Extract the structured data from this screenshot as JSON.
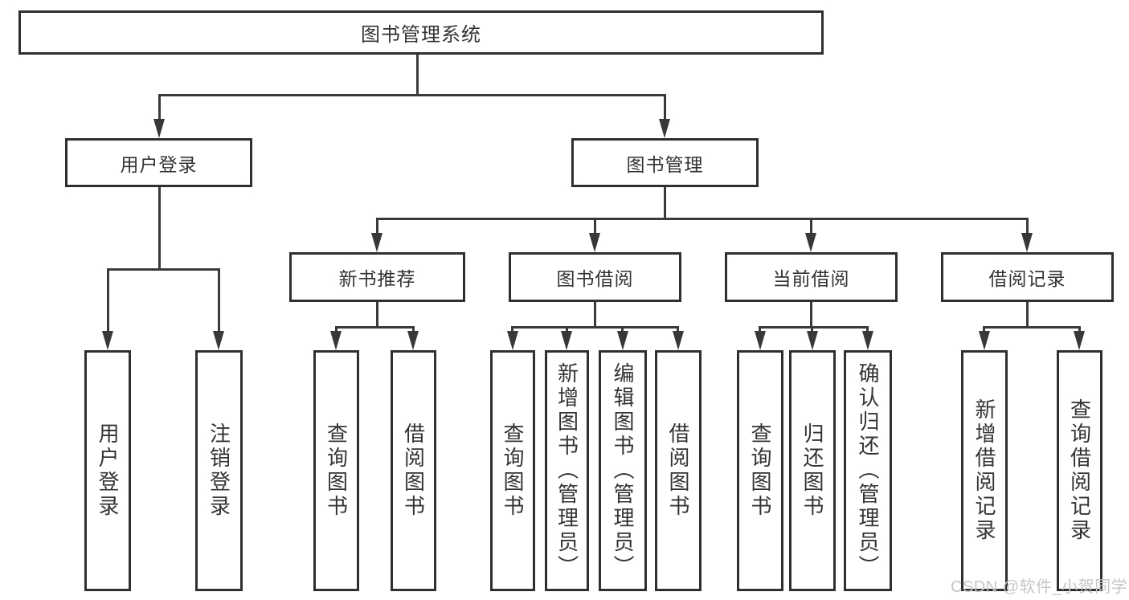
{
  "tree": {
    "root": {
      "label": "图书管理系统",
      "children": [
        {
          "label": "用户登录",
          "children": [
            {
              "label": "用户登录"
            },
            {
              "label": "注销登录"
            }
          ]
        },
        {
          "label": "图书管理",
          "children": [
            {
              "label": "新书推荐",
              "children": [
                {
                  "label": "查询图书"
                },
                {
                  "label": "借阅图书"
                }
              ]
            },
            {
              "label": "图书借阅",
              "children": [
                {
                  "label": "查询图书"
                },
                {
                  "label": "新增图书（管理员）"
                },
                {
                  "label": "编辑图书（管理员）"
                },
                {
                  "label": "借阅图书"
                }
              ]
            },
            {
              "label": "当前借阅",
              "children": [
                {
                  "label": "查询图书"
                },
                {
                  "label": "归还图书"
                },
                {
                  "label": "确认归还（管理员）"
                }
              ]
            },
            {
              "label": "借阅记录",
              "children": [
                {
                  "label": "新增借阅记录"
                },
                {
                  "label": "查询借阅记录"
                }
              ]
            }
          ]
        }
      ]
    }
  },
  "watermark": {
    "text": "CSDN @软件_小贺同学"
  },
  "colors": {
    "background": "#ffffff",
    "box_border": "#2f2f2f",
    "line": "#3a3a3a",
    "text": "#333333",
    "watermark": "#c6c6c6"
  }
}
